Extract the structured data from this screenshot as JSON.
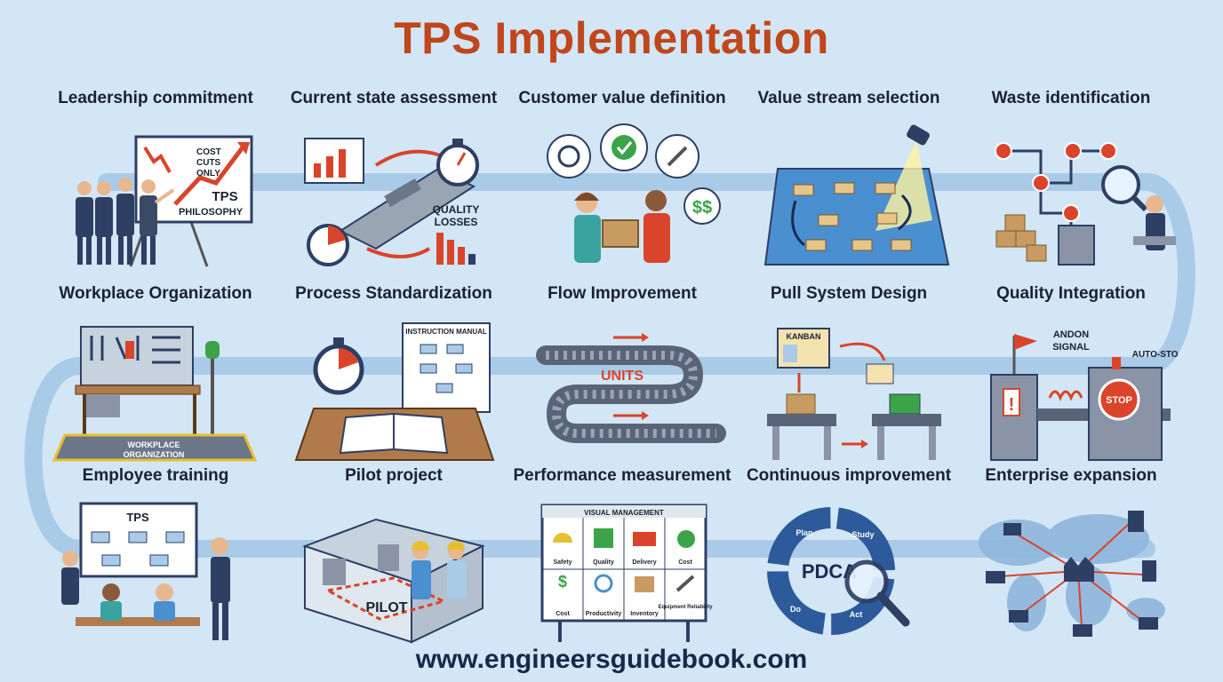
{
  "title": "TPS Implementation",
  "footer": "www.engineersguidebook.com",
  "colors": {
    "title": "#c0461b",
    "path": "#a9cbe8",
    "background": "#d3e6f5",
    "accent_red": "#d9442b",
    "navy": "#2d3f63"
  },
  "steps": [
    {
      "label": "Leadership commitment",
      "texts": [
        "COST",
        "CUTS",
        "ONLY",
        "TPS",
        "PHILOSOPHY"
      ],
      "icon": "presentation-board-icon"
    },
    {
      "label": "Current state assessment",
      "texts": [
        "QUALITY",
        "LOSSES"
      ],
      "icon": "stopwatch-gauge-icon"
    },
    {
      "label": "Customer value definition",
      "texts": [
        "$$"
      ],
      "icon": "customer-handoff-icon"
    },
    {
      "label": "Value stream selection",
      "texts": [],
      "icon": "spotlight-map-icon"
    },
    {
      "label": "Waste identification",
      "texts": [],
      "icon": "magnifier-waste-icon"
    },
    {
      "label": "Workplace Organization",
      "texts": [
        "WORKPLACE",
        "ORGANIZATION"
      ],
      "icon": "tool-board-icon"
    },
    {
      "label": "Process Standardization",
      "texts": [
        "INSTRUCTION MANUAL"
      ],
      "icon": "manual-stopwatch-icon"
    },
    {
      "label": "Flow Improvement",
      "texts": [
        "UNITS"
      ],
      "icon": "conveyor-icon"
    },
    {
      "label": "Pull System Design",
      "texts": [
        "KANBAN"
      ],
      "icon": "kanban-card-icon"
    },
    {
      "label": "Quality Integration",
      "texts": [
        "ANDON",
        "SIGNAL",
        "AUTO-STOP",
        "STOP",
        "!"
      ],
      "icon": "andon-machine-icon"
    },
    {
      "label": "Employee training",
      "texts": [
        "TPS"
      ],
      "icon": "training-board-icon"
    },
    {
      "label": "Pilot project",
      "texts": [
        "PILOT"
      ],
      "icon": "pilot-cell-icon"
    },
    {
      "label": "Performance measurement",
      "texts": [
        "VISUAL MANAGEMENT",
        "Safety",
        "Quality",
        "Delivery",
        "Cost",
        "Cost",
        "Productivity",
        "Inventory",
        "Equipment Reliability"
      ],
      "icon": "kpi-board-icon"
    },
    {
      "label": "Continuous improvement",
      "texts": [
        "PDCA",
        "Plan",
        "Study",
        "Do",
        "Act"
      ],
      "icon": "pdca-cycle-icon"
    },
    {
      "label": "Enterprise expansion",
      "texts": [],
      "icon": "world-map-icon"
    }
  ]
}
